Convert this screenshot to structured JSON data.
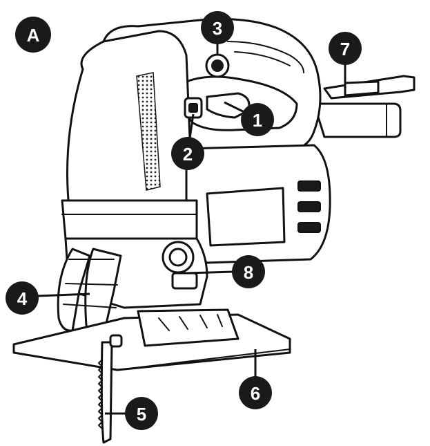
{
  "figure_label": "A",
  "callouts": [
    {
      "id": "1",
      "label": "1"
    },
    {
      "id": "2",
      "label": "2"
    },
    {
      "id": "3",
      "label": "3"
    },
    {
      "id": "4",
      "label": "4"
    },
    {
      "id": "5",
      "label": "5"
    },
    {
      "id": "6",
      "label": "6"
    },
    {
      "id": "7",
      "label": "7"
    },
    {
      "id": "8",
      "label": "8"
    }
  ]
}
